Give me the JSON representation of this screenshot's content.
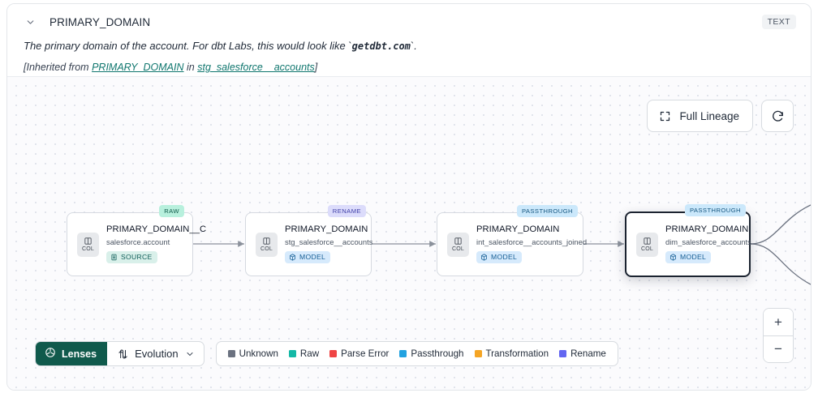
{
  "header": {
    "chevron_icon": "chevron-down-icon",
    "title": "PRIMARY_DOMAIN",
    "type_badge": "TEXT",
    "description_prefix": "The primary domain of the account. For dbt Labs, this would look like `",
    "description_code": "getdbt.com",
    "description_suffix": "`.",
    "inherited_prefix": "[Inherited from ",
    "inherited_link1": "PRIMARY_DOMAIN",
    "inherited_middle": " in ",
    "inherited_link2": "stg_salesforce__accounts",
    "inherited_suffix": "]"
  },
  "controls": {
    "full_lineage_label": "Full Lineage",
    "full_lineage_icon": "expand-icon",
    "refresh_icon": "refresh-icon",
    "zoom_in": "+",
    "zoom_out": "−"
  },
  "graph": {
    "nodes": [
      {
        "badge": "RAW",
        "badge_class": "badge-raw",
        "col_label": "COL",
        "title": "PRIMARY_DOMAIN__C",
        "subtitle": "salesforce.account",
        "tag": "SOURCE",
        "tag_class": "tag-source",
        "tag_icon": "database-icon"
      },
      {
        "badge": "RENAME",
        "badge_class": "badge-rename",
        "col_label": "COL",
        "title": "PRIMARY_DOMAIN",
        "subtitle": "stg_salesforce__accounts",
        "tag": "MODEL",
        "tag_class": "tag-model",
        "tag_icon": "cube-icon"
      },
      {
        "badge": "PASSTHROUGH",
        "badge_class": "badge-passthrough",
        "col_label": "COL",
        "title": "PRIMARY_DOMAIN",
        "subtitle": "int_salesforce__accounts_joined",
        "tag": "MODEL",
        "tag_class": "tag-model",
        "tag_icon": "cube-icon"
      },
      {
        "badge": "PASSTHROUGH",
        "badge_class": "badge-passthrough",
        "col_label": "COL",
        "title": "PRIMARY_DOMAIN",
        "subtitle": "dim_salesforce_accounts",
        "tag": "MODEL",
        "tag_class": "tag-model",
        "tag_icon": "cube-icon"
      }
    ]
  },
  "toolbar": {
    "lenses_label": "Lenses",
    "lenses_icon": "aperture-icon",
    "evolution_label": "Evolution",
    "evolution_icon": "sort-arrows-icon",
    "evolution_chevron": "chevron-down-icon"
  },
  "legend": {
    "items": [
      {
        "label": "Unknown",
        "color": "#6b7280"
      },
      {
        "label": "Raw",
        "color": "#14b8a6"
      },
      {
        "label": "Parse Error",
        "color": "#ef4444"
      },
      {
        "label": "Passthrough",
        "color": "#22a2e0"
      },
      {
        "label": "Transformation",
        "color": "#f5a524"
      },
      {
        "label": "Rename",
        "color": "#6366f1"
      }
    ]
  }
}
